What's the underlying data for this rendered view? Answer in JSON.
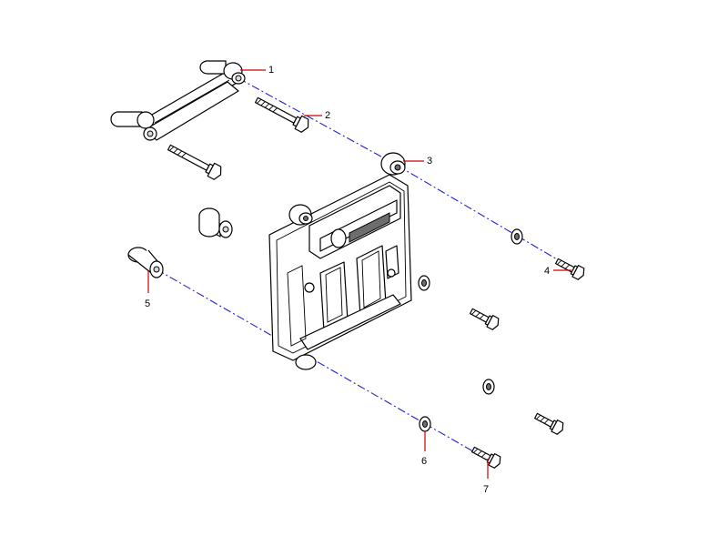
{
  "callouts": [
    {
      "id": "1",
      "label": "1"
    },
    {
      "id": "2",
      "label": "2"
    },
    {
      "id": "3",
      "label": "3"
    },
    {
      "id": "4",
      "label": "4"
    },
    {
      "id": "5",
      "label": "5"
    },
    {
      "id": "6",
      "label": "6"
    },
    {
      "id": "7",
      "label": "7"
    }
  ],
  "colors": {
    "line": "#000000",
    "leader": "#d00000",
    "assembly_axis": "#2222cc",
    "shade": "#d9d9d9",
    "background": "#ffffff"
  }
}
